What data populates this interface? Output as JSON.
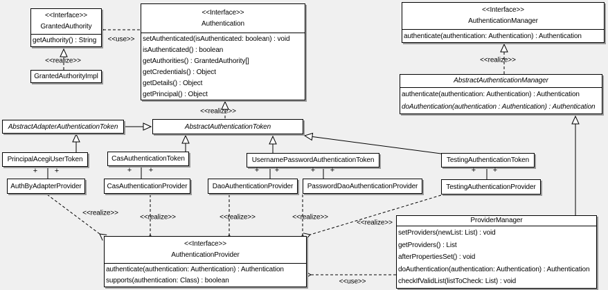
{
  "labels": {
    "realize": "<<realize>>",
    "use": "<<use>>",
    "plus": "+"
  },
  "classes": {
    "grantedAuthority": {
      "stereotype": "<<Interface>>",
      "name": "GrantedAuthority",
      "methods": [
        "getAuthority() : String"
      ]
    },
    "grantedAuthorityImpl": {
      "name": "GrantedAuthorityImpl"
    },
    "authentication": {
      "stereotype": "<<Interface>>",
      "name": "Authentication",
      "methods": [
        "setAuthenticated(isAuthenticated: boolean) : void",
        "isAuthenticated() : boolean",
        "getAuthorities() : GrantedAuthority[]",
        "getCredentials() : Object",
        "getDetails() : Object",
        "getPrincipal() : Object"
      ]
    },
    "authenticationManager": {
      "stereotype": "<<Interface>>",
      "name": "AuthenticationManager",
      "methods": [
        "authenticate(authentication: Authentication) : Authentication"
      ]
    },
    "abstractAuthenticationManager": {
      "name": "AbstractAuthenticationManager",
      "methods": [
        "authenticate(authentication: Authentication) : Authentication",
        "doAuthentication(authentication : Authentication) : Authentication"
      ]
    },
    "abstractAdapterAuthenticationToken": {
      "name": "AbstractAdapterAuthenticationToken"
    },
    "abstractAuthenticationToken": {
      "name": "AbstractAuthenticationToken"
    },
    "principalAcegiUserToken": {
      "name": "PrincipalAcegiUserToken"
    },
    "casAuthenticationToken": {
      "name": "CasAuthenticationToken"
    },
    "usernamePasswordAuthenticationToken": {
      "name": "UsernamePasswordAuthenticationToken"
    },
    "testingAuthenticationToken": {
      "name": "TestingAuthenticationToken"
    },
    "authByAdapterProvider": {
      "name": "AuthByAdapterProvider"
    },
    "casAuthenticationProvider": {
      "name": "CasAuthenticationProvider"
    },
    "daoAuthenticationProvider": {
      "name": "DaoAuthenticationProvider"
    },
    "passwordDaoAuthenticationProvider": {
      "name": "PasswordDaoAuthenticationProvider"
    },
    "testingAuthenticationProvider": {
      "name": "TestingAuthenticationProvider"
    },
    "authenticationProvider": {
      "stereotype": "<<Interface>>",
      "name": "AuthenticationProvider",
      "methods": [
        "authenticate(authentication: Authentication) : Authentication",
        "supports(authentication: Class) : boolean"
      ]
    },
    "providerManager": {
      "name": "ProviderManager",
      "methods": [
        "setProviders(newList: List) : void",
        "getProviders() : List",
        "afterPropertiesSet() : void",
        "doAuthentication(authentication: Authentication) : Authentication",
        "checkIfValidList(listToCheck: List) : void"
      ]
    }
  }
}
